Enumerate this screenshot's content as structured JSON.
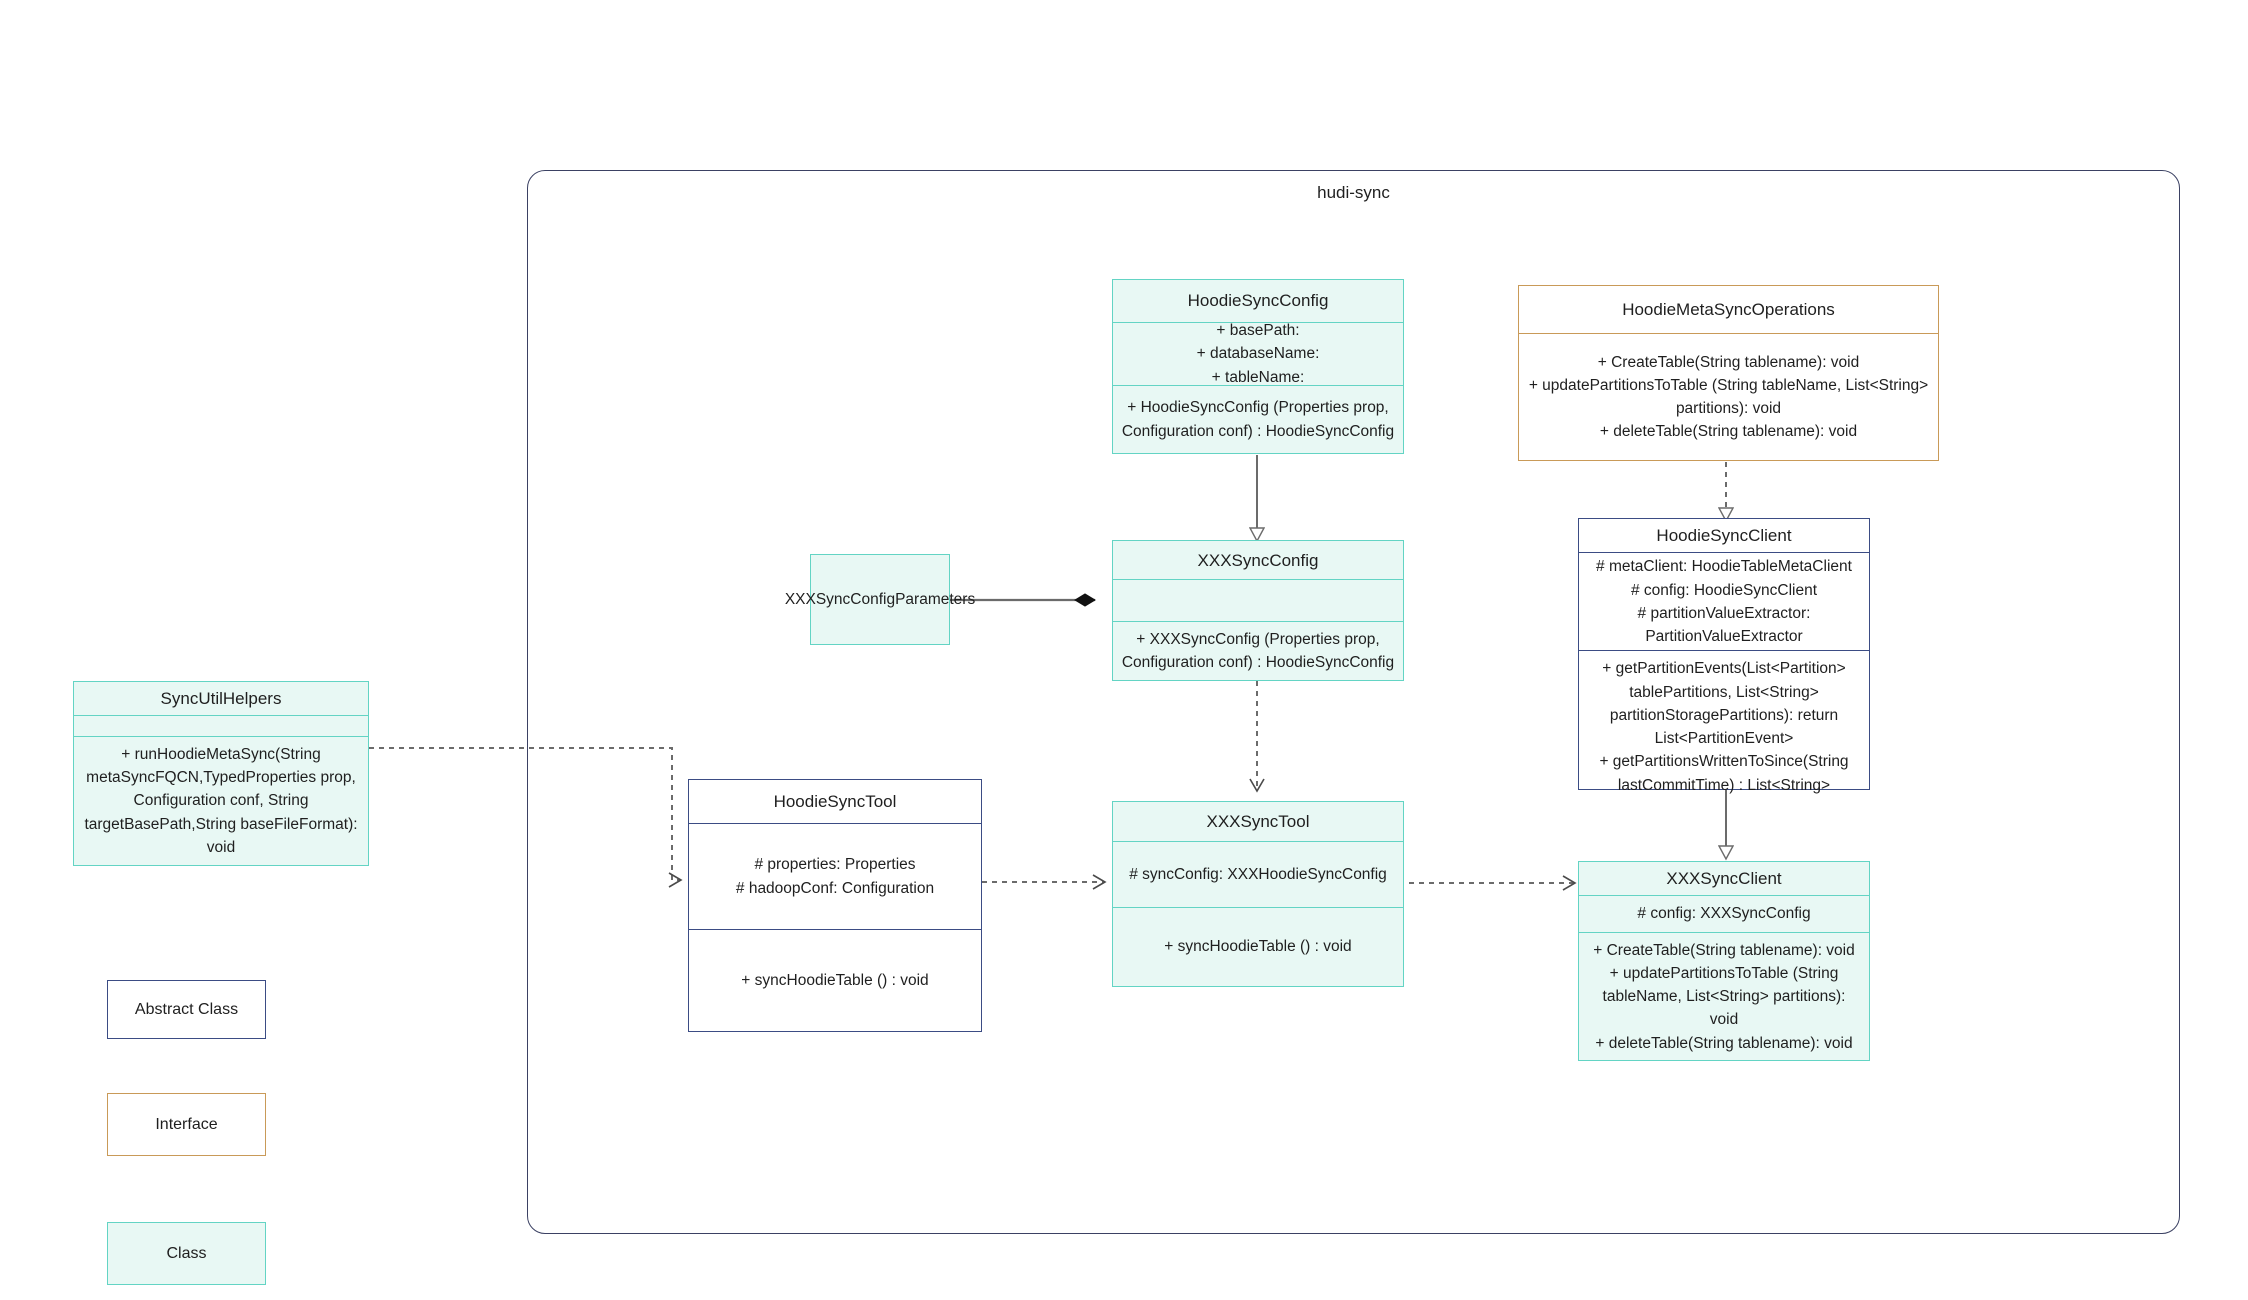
{
  "diagram": {
    "type": "uml-class-diagram",
    "package_title": "hudi-sync"
  },
  "classes": {
    "hoodie_sync_config": {
      "name": "HoodieSyncConfig",
      "stereotype": "class",
      "attributes": "+    basePath:\n+   databaseName:\n+    tableName:",
      "methods": "+   HoodieSyncConfig (Properties prop, Configuration conf) : HoodieSyncConfig"
    },
    "hoodie_meta_sync_operations": {
      "name": "HoodieMetaSyncOperations",
      "stereotype": "interface",
      "methods": "+    CreateTable(String tablename): void\n+   updatePartitionsToTable (String tableName, List<String> partitions): void\n+    deleteTable(String tablename): void"
    },
    "xxx_sync_config_parameters": {
      "name": "XXXSyncConfigParameters",
      "stereotype": "class"
    },
    "xxx_sync_config": {
      "name": "XXXSyncConfig",
      "stereotype": "class",
      "attributes": "",
      "methods": "+   XXXSyncConfig (Properties prop, Configuration conf) : HoodieSyncConfig"
    },
    "hoodie_sync_client": {
      "name": "HoodieSyncClient",
      "stereotype": "abstract",
      "attributes": "#   metaClient: HoodieTableMetaClient\n#   config: HoodieSyncClient\n#    partitionValueExtractor: PartitionValueExtractor",
      "methods": "+   getPartitionEvents(List<Partition> tablePartitions, List<String> partitionStoragePartitions): return List<PartitionEvent>\n+   getPartitionsWrittenToSince(String lastCommitTime) : List<String>"
    },
    "sync_util_helpers": {
      "name": "SyncUtilHelpers",
      "stereotype": "class",
      "attributes": "",
      "methods": "+    runHoodieMetaSync(String metaSyncFQCN,TypedProperties prop, Configuration conf, String targetBasePath,String baseFileFormat): void"
    },
    "hoodie_sync_tool": {
      "name": "HoodieSyncTool",
      "stereotype": "abstract",
      "attributes": "#   properties: Properties\n#   hadoopConf: Configuration",
      "methods": "+   syncHoodieTable () : void"
    },
    "xxx_sync_tool": {
      "name": "XXXSyncTool",
      "stereotype": "class",
      "attributes": "#   syncConfig: XXXHoodieSyncConfig",
      "methods": "+   syncHoodieTable () : void"
    },
    "xxx_sync_client": {
      "name": "XXXSyncClient",
      "stereotype": "class",
      "attributes": "#    config: XXXSyncConfig",
      "methods": "+    CreateTable(String tablename): void\n+    updatePartitionsToTable (String tableName, List<String> partitions): void\n+   deleteTable(String tablename): void"
    }
  },
  "legend": [
    {
      "label": "Abstract Class",
      "stereotype": "abstract"
    },
    {
      "label": "Interface",
      "stereotype": "interface"
    },
    {
      "label": "Class",
      "stereotype": "class"
    }
  ],
  "relationships": [
    {
      "from": "HoodieSyncConfig",
      "to": "XXXSyncConfig",
      "kind": "generalization"
    },
    {
      "from": "HoodieMetaSyncOperations",
      "to": "HoodieSyncClient",
      "kind": "realization"
    },
    {
      "from": "XXXSyncConfigParameters",
      "to": "XXXSyncConfig",
      "kind": "composition"
    },
    {
      "from": "XXXSyncConfig",
      "to": "XXXSyncTool",
      "kind": "dependency"
    },
    {
      "from": "SyncUtilHelpers",
      "to": "HoodieSyncTool",
      "kind": "dependency"
    },
    {
      "from": "HoodieSyncTool",
      "to": "XXXSyncTool",
      "kind": "dependency"
    },
    {
      "from": "HoodieSyncClient",
      "to": "XXXSyncClient",
      "kind": "generalization"
    },
    {
      "from": "XXXSyncTool",
      "to": "XXXSyncClient",
      "kind": "dependency"
    }
  ],
  "colors": {
    "class_fill": "#e8f8f4",
    "class_border": "#63d4c4",
    "abstract_border": "#3b4c84",
    "interface_border": "#c99a58",
    "package_border": "#3b4163",
    "edge": "#6b6b6b"
  }
}
